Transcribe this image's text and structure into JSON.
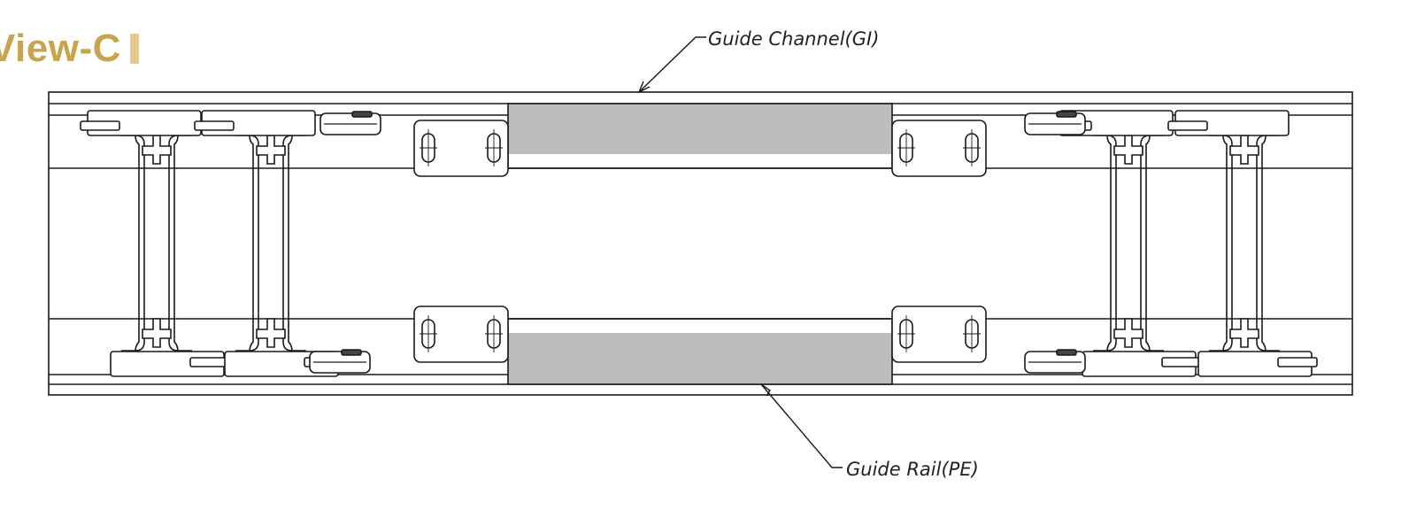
{
  "view_title": "View-C",
  "callouts": {
    "guide_channel": "Guide Channel(GI)",
    "guide_rail": "Guide Rail(PE)"
  },
  "colors": {
    "title": "#c8a44e",
    "title_marker": "#e3c98c",
    "line": "#1a1a1a",
    "guide_rail_fill": "#bdbdbd"
  },
  "icons": [
    "slot-hole-icon",
    "cross-stud-icon",
    "roller-icon"
  ]
}
